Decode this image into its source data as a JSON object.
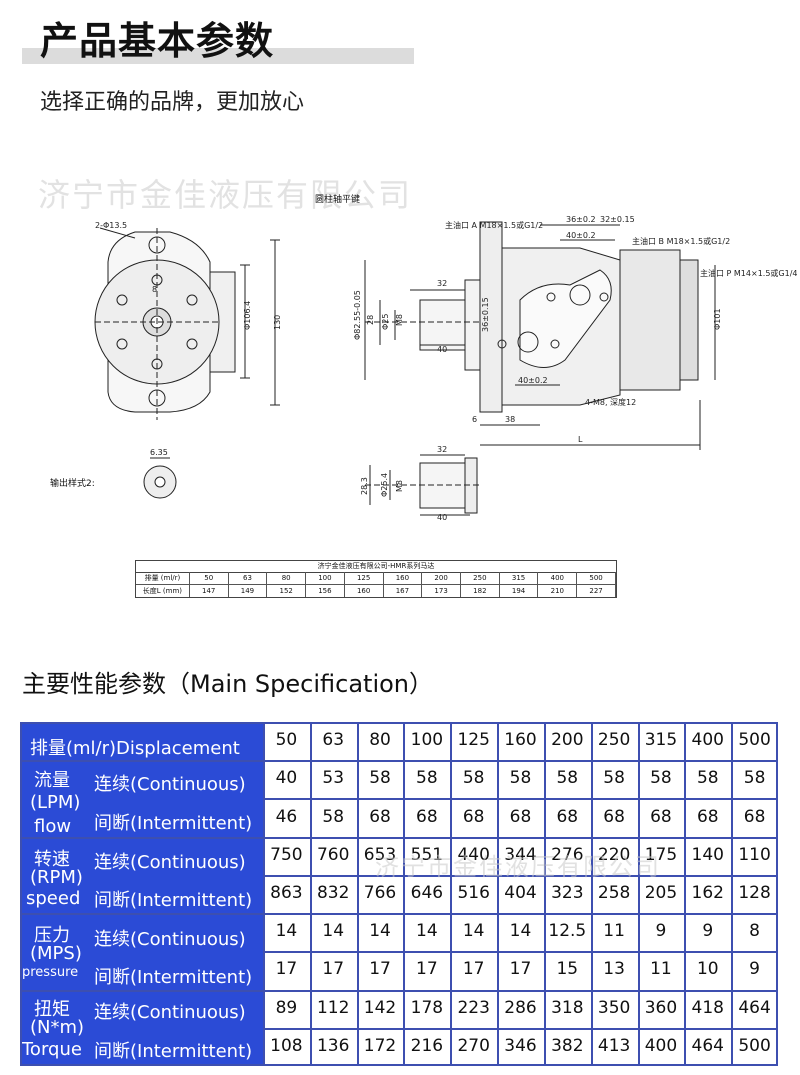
{
  "header": {
    "title": "产品基本参数",
    "subtitle": "选择正确的品牌，更加放心",
    "watermark": "济宁市金佳液压有限公司"
  },
  "drawing": {
    "shaft_label": "圆柱轴平键",
    "output_style_label": "输出样式2:",
    "port_a": "主油口 A M18×1.5或G1/2",
    "port_b": "主油口 B M18×1.5或G1/2",
    "port_p": "主油口 P M14×1.5或G1/4",
    "mount_holes": "4-M8, 深度12",
    "bolt_holes": "2-Φ13.5",
    "dims": {
      "d1": "Φ106.4",
      "d2": "130",
      "d3": "8",
      "d4": "32",
      "d5": "Φ82.55-0.05",
      "d6": "28",
      "d7": "Φ25",
      "d8": "M8",
      "d9": "40",
      "d10": "36±0.15",
      "d11": "36±0.2",
      "d12": "32±0.15",
      "d13": "40±0.2",
      "d14": "40±0.2",
      "d15": "Φ101",
      "d16": "6",
      "d17": "38",
      "d18": "L",
      "d19": "6.35",
      "d20": "32",
      "d21": "28.3",
      "d22": "Φ25.4",
      "d23": "M8",
      "d24": "40"
    },
    "mini_table": {
      "title": "济宁金佳液压有限公司-HMR系列马达",
      "row1_label": "排量 (ml/r)",
      "row2_label": "长度L (mm)",
      "displacements": [
        "50",
        "63",
        "80",
        "100",
        "125",
        "160",
        "200",
        "250",
        "315",
        "400",
        "500"
      ],
      "lengths": [
        "147",
        "149",
        "152",
        "156",
        "160",
        "167",
        "173",
        "182",
        "194",
        "210",
        "227"
      ]
    }
  },
  "spec": {
    "heading": "主要性能参数（Main Specification）",
    "watermark": "济宁市金佳液压有限公司",
    "rows": {
      "displacement": {
        "label": "排量(ml/r)Displacement",
        "values": [
          "50",
          "63",
          "80",
          "100",
          "125",
          "160",
          "200",
          "250",
          "315",
          "400",
          "500"
        ]
      },
      "flow": {
        "group_label_1": "流量",
        "group_label_2": "(LPM)",
        "group_label_3": "flow",
        "cont_label": "连续(Continuous)",
        "cont": [
          "40",
          "53",
          "58",
          "58",
          "58",
          "58",
          "58",
          "58",
          "58",
          "58",
          "58"
        ],
        "int_label": "间断(Intermittent)",
        "int": [
          "46",
          "58",
          "68",
          "68",
          "68",
          "68",
          "68",
          "68",
          "68",
          "68",
          "68"
        ]
      },
      "speed": {
        "group_label_1": "转速",
        "group_label_2": "(RPM)",
        "group_label_3": "speed",
        "cont_label": "连续(Continuous)",
        "cont": [
          "750",
          "760",
          "653",
          "551",
          "440",
          "344",
          "276",
          "220",
          "175",
          "140",
          "110"
        ],
        "int_label": "间断(Intermittent)",
        "int": [
          "863",
          "832",
          "766",
          "646",
          "516",
          "404",
          "323",
          "258",
          "205",
          "162",
          "128"
        ]
      },
      "pressure": {
        "group_label_1": "压力",
        "group_label_2": "(MPS)",
        "group_label_3": "pressure",
        "cont_label": "连续(Continuous)",
        "cont": [
          "14",
          "14",
          "14",
          "14",
          "14",
          "14",
          "12.5",
          "11",
          "9",
          "9",
          "8"
        ],
        "int_label": "间断(Intermittent)",
        "int": [
          "17",
          "17",
          "17",
          "17",
          "17",
          "17",
          "15",
          "13",
          "11",
          "10",
          "9"
        ]
      },
      "torque": {
        "group_label_1": "扭矩",
        "group_label_2": "(N*m)",
        "group_label_3": "Torque",
        "cont_label": "连续(Continuous)",
        "cont": [
          "89",
          "112",
          "142",
          "178",
          "223",
          "286",
          "318",
          "350",
          "360",
          "418",
          "464"
        ],
        "int_label": "间断(Intermittent)",
        "int": [
          "108",
          "136",
          "172",
          "216",
          "270",
          "346",
          "382",
          "413",
          "400",
          "464",
          "500"
        ]
      }
    },
    "colors": {
      "header_blue": "#2b4bd6",
      "grid": "#3d4fb0"
    }
  }
}
